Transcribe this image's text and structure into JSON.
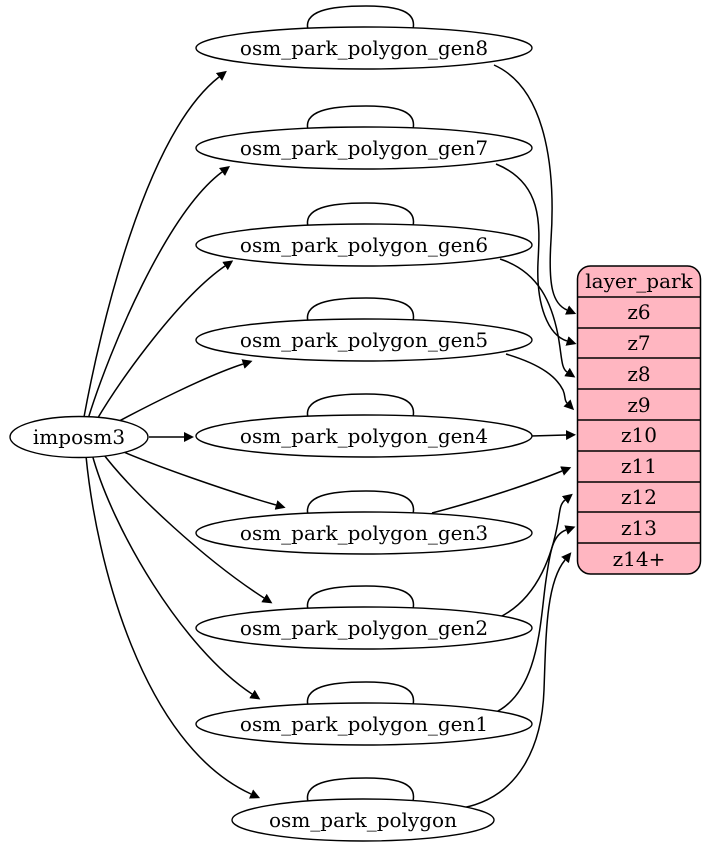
{
  "graph": {
    "source": {
      "label": "imposm3"
    },
    "tables": [
      {
        "label": "osm_park_polygon_gen8",
        "self_loop": true,
        "feeds_zoom": "z6"
      },
      {
        "label": "osm_park_polygon_gen7",
        "self_loop": true,
        "feeds_zoom": "z7"
      },
      {
        "label": "osm_park_polygon_gen6",
        "self_loop": true,
        "feeds_zoom": "z8"
      },
      {
        "label": "osm_park_polygon_gen5",
        "self_loop": true,
        "feeds_zoom": "z9"
      },
      {
        "label": "osm_park_polygon_gen4",
        "self_loop": true,
        "feeds_zoom": "z10"
      },
      {
        "label": "osm_park_polygon_gen3",
        "self_loop": true,
        "feeds_zoom": "z11"
      },
      {
        "label": "osm_park_polygon_gen2",
        "self_loop": true,
        "feeds_zoom": "z12"
      },
      {
        "label": "osm_park_polygon_gen1",
        "self_loop": true,
        "feeds_zoom": "z13"
      },
      {
        "label": "osm_park_polygon",
        "self_loop": true,
        "feeds_zoom": "z14+"
      }
    ],
    "layer": {
      "title": "layer_park",
      "rows": [
        "z6",
        "z7",
        "z8",
        "z9",
        "z10",
        "z11",
        "z12",
        "z13",
        "z14+"
      ]
    },
    "colors": {
      "layer_fill": "#FFB6C1",
      "node_fill": "#FFFFFF",
      "stroke": "#000000",
      "background": "#FFFFFF"
    }
  }
}
